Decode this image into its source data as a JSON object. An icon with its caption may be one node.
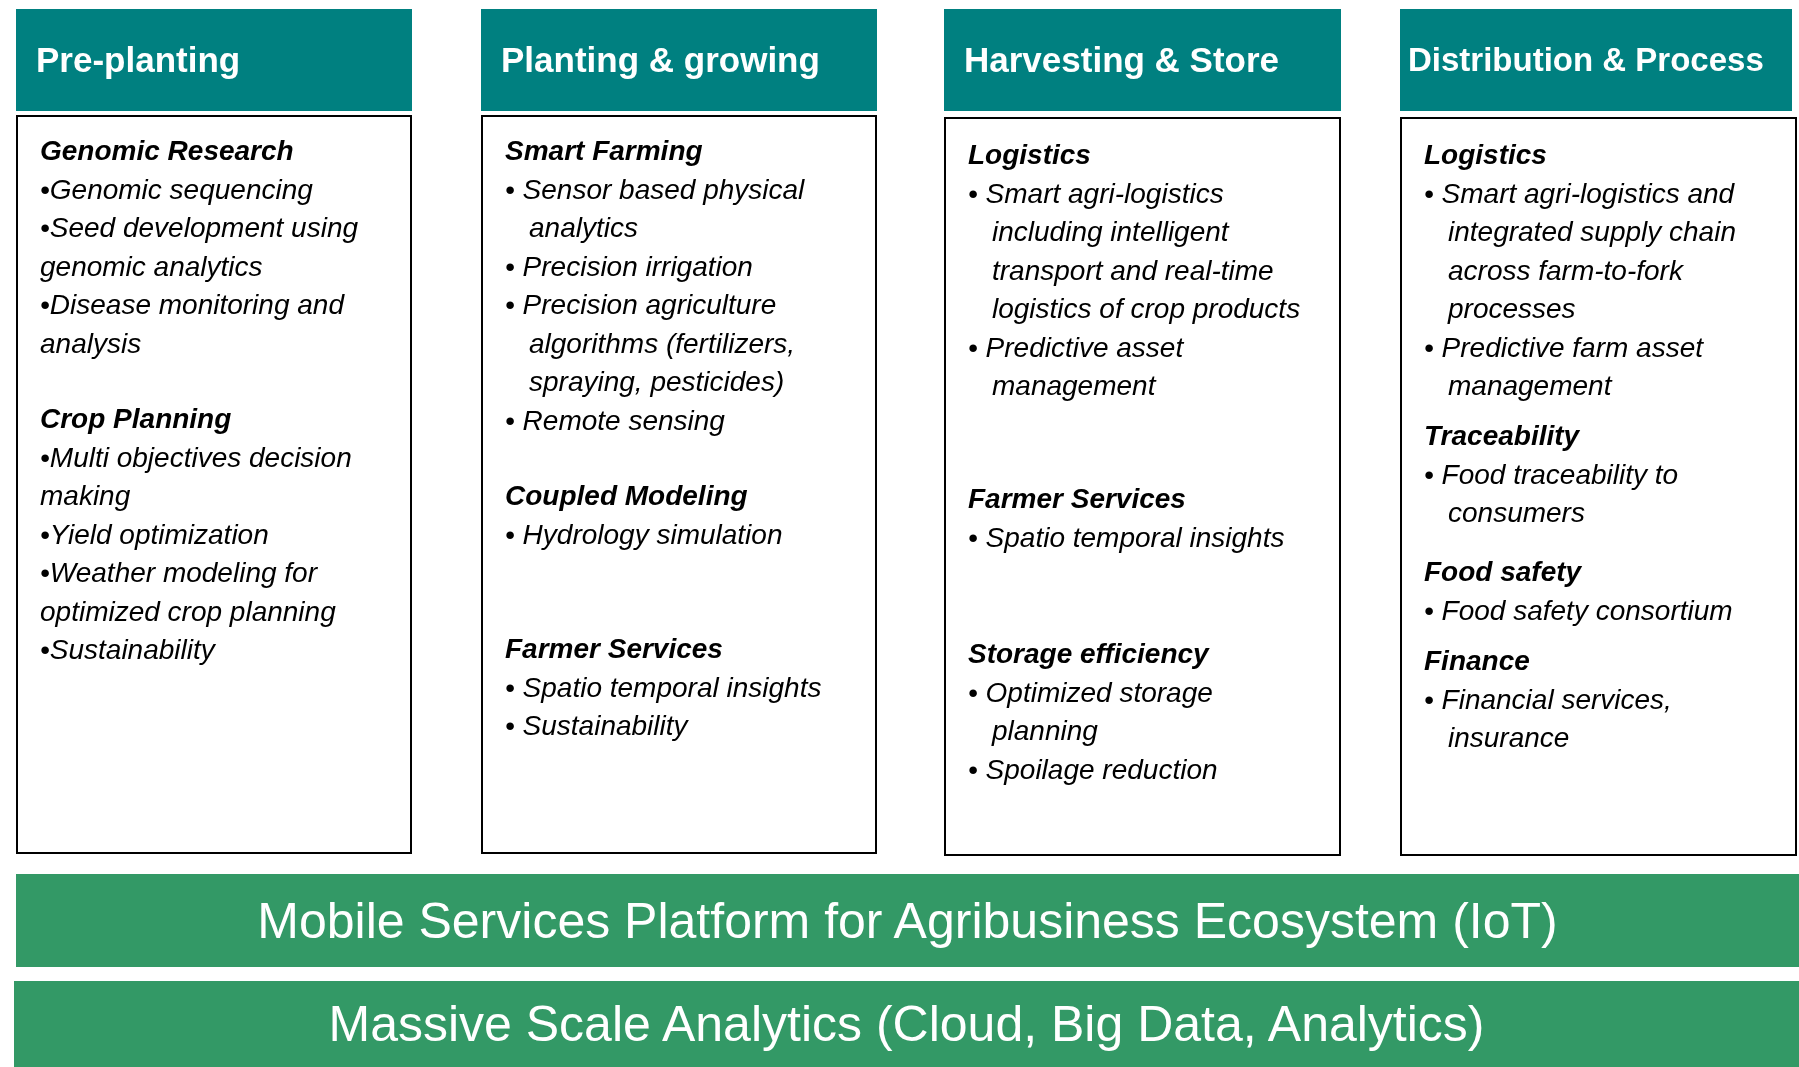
{
  "diagram": {
    "nodes": [
      {
        "text": [
          "Pre-planting"
        ]
      },
      {
        "text": [],
        "shape": "box"
      },
      {
        "text": [
          "Genomic Research",
          "•Genomic sequencing",
          "•Seed development using genomic analytics",
          "•Disease monitoring and analysis"
        ],
        "in": 1
      },
      {
        "text": [
          "Crop Planning",
          "•Multi objectives decision making",
          "•Yield optimization",
          "•Weather modeling for optimized crop planning",
          "•Sustainability"
        ],
        "in": 1
      },
      {
        "text": [
          "Planting & growing"
        ]
      },
      {
        "text": [],
        "shape": "box"
      },
      {
        "text": [
          "Smart Farming",
          "• Sensor based physical analytics",
          "• Precision irrigation",
          "• Precision agriculture algorithms (fertilizers, spraying, pesticides)",
          "• Remote sensing"
        ],
        "in": 5
      },
      {
        "text": [
          "Coupled Modeling",
          "• Hydrology simulation"
        ],
        "in": 5
      },
      {
        "text": [
          "Farmer Services",
          "• Spatio temporal insights",
          "• Sustainability"
        ],
        "in": 5
      },
      {
        "text": [
          "Harvesting & Store"
        ]
      },
      {
        "text": [],
        "shape": "box"
      },
      {
        "text": [
          "Logistics",
          "• Smart agri-logistics including intelligent transport and real-time logistics of crop products",
          "• Predictive asset management"
        ],
        "in": 10
      },
      {
        "text": [
          "Farmer Services",
          "• Spatio temporal insights"
        ],
        "in": 10
      },
      {
        "text": [
          "Storage efficiency",
          "• Optimized storage planning",
          "• Spoilage reduction"
        ],
        "in": 10
      },
      {
        "text": [
          "Distribution & Process"
        ]
      },
      {
        "text": [],
        "shape": "box"
      },
      {
        "text": [
          "Logistics",
          "• Smart agri-logistics and integrated supply chain across farm-to-fork processes",
          "• Predictive farm asset management"
        ],
        "in": 15
      },
      {
        "text": [
          "Traceability",
          "• Food traceability to consumers"
        ],
        "in": 15
      },
      {
        "text": [
          "Food safety",
          "• Food safety consortium"
        ],
        "in": 15
      },
      {
        "text": [
          "Finance",
          "• Financial services, insurance"
        ],
        "in": 15
      },
      {
        "text": [
          "Mobile Services Platform for Agribusiness Ecosystem (IoT)"
        ]
      },
      {
        "text": [
          "Massive Scale Analytics (Cloud, Big Data, Analytics)"
        ]
      }
    ]
  }
}
